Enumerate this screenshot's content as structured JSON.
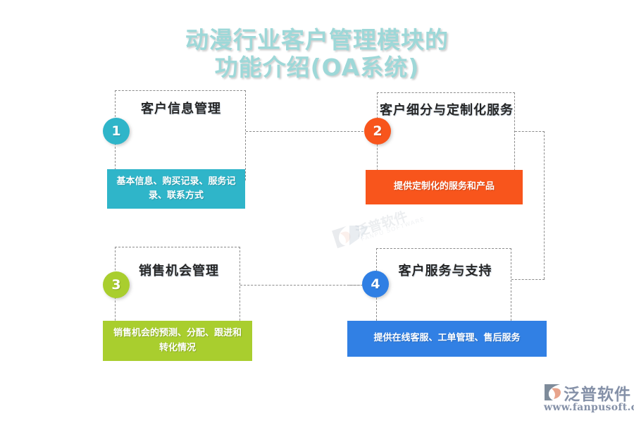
{
  "slide": {
    "background_color": "#ffffff",
    "title": {
      "line1": "动漫行业客户管理模块的",
      "line2": "功能介绍(OA系统)",
      "color": "#9ed8d8"
    },
    "panels": [
      {
        "number": "1",
        "heading": "客户信息管理",
        "caption": "基本信息、购买记录、服务记录、联系方式",
        "color": "#2fb5c9"
      },
      {
        "number": "2",
        "heading": "客户细分与定制化服务",
        "caption": "提供定制化的服务和产品",
        "color": "#f8551c"
      },
      {
        "number": "3",
        "heading": "销售机会管理",
        "caption": "销售机会的预测、分配、跟进和转化情况",
        "color": "#a9ce2e"
      },
      {
        "number": "4",
        "heading": "客户服务与支持",
        "caption": "提供在线客服、工单管理、售后服务",
        "color": "#3180e4"
      }
    ],
    "watermark": {
      "text": "泛普软件",
      "subtext": "FANPU SOFTWARE"
    },
    "footer_logo": {
      "name": "泛普软件",
      "url": "www.fanpusoft.com",
      "color": "#8591a8"
    }
  }
}
